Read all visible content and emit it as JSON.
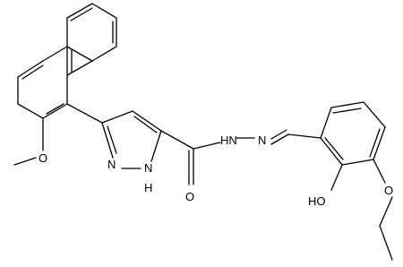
{
  "diagram": {
    "type": "chemical-structure",
    "atom_labels": {
      "methoxy_o": "O",
      "pyrazole_n2": "N",
      "pyrazole_n1h": "N\nH",
      "carbonyl_o": "O",
      "hydrazide_nh": "HN",
      "hydrazone_n": "N",
      "hydroxyl": "HO",
      "ethoxy_o": "O"
    }
  }
}
